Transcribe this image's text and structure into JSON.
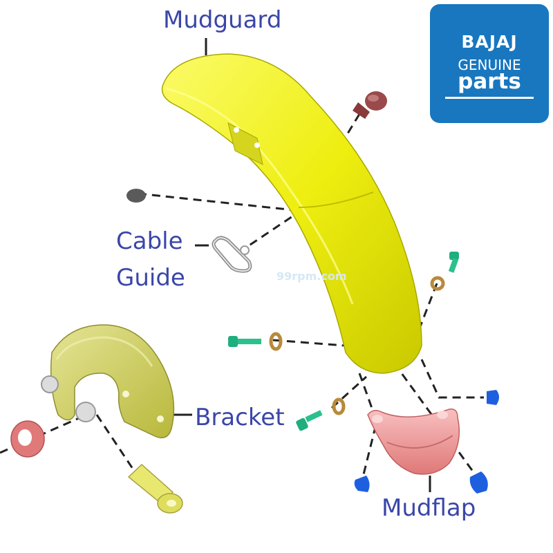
{
  "labels": {
    "mudguard": "Mudguard",
    "cable_guide_line1": "Cable",
    "cable_guide_line2": "Guide",
    "bracket": "Bracket",
    "mudflap": "Mudflap"
  },
  "logo": {
    "line1": "BAJAJ",
    "line2": "GENUINE",
    "line3": "parts"
  },
  "watermark": "99rpm.com",
  "colors": {
    "label_text": "#3a46a8",
    "logo_bg": "#1877bf",
    "mudguard": "#f2f21a",
    "bracket": "#d6d66a",
    "mudflap": "#f2a0a0",
    "fastener_green": "#1fae7e",
    "fastener_blue": "#1e5fe0",
    "washer_brown": "#b88a3a"
  }
}
